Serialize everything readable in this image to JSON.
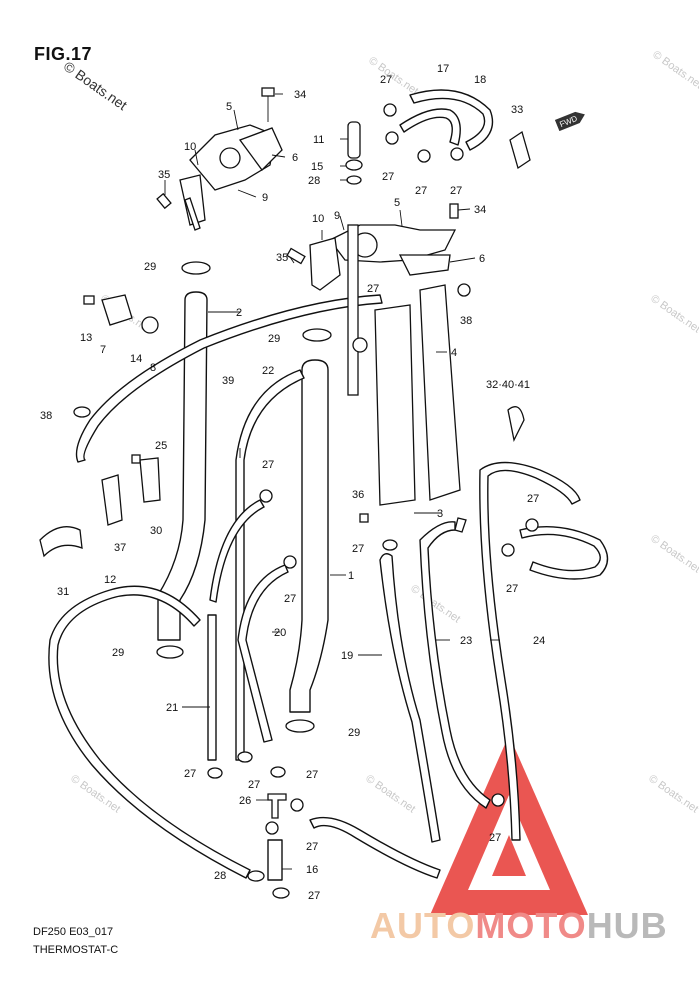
{
  "figure": {
    "title": "FIG.17",
    "brand_watermark": "© Boats.net",
    "model_code": "DF250 E03_017",
    "section_name": "THERMOSTAT-C",
    "direction_badge": "FWD"
  },
  "logo": {
    "part1": "AUTO",
    "part2": "MOTO",
    "part3": "HUB",
    "colors": {
      "auto": "#f3c9a6",
      "moto": "#f08a88",
      "hub": "#b9b9b9",
      "triangle": "#e8443f"
    }
  },
  "callouts": [
    "34",
    "5",
    "6",
    "10",
    "9",
    "35",
    "27",
    "17",
    "18",
    "33",
    "11",
    "15",
    "28",
    "27",
    "27",
    "27",
    "10",
    "9",
    "5",
    "34",
    "6",
    "35",
    "29",
    "2",
    "27",
    "38",
    "4",
    "13",
    "7",
    "14",
    "8",
    "29",
    "39",
    "22",
    "32·40·41",
    "38",
    "25",
    "30",
    "37",
    "27",
    "36",
    "3",
    "27",
    "27",
    "31",
    "12",
    "1",
    "27",
    "20",
    "23",
    "24",
    "19",
    "29",
    "21",
    "29",
    "27",
    "27",
    "27",
    "26",
    "27",
    "28",
    "16",
    "27"
  ],
  "watermarks": [
    "© Boats.net"
  ]
}
